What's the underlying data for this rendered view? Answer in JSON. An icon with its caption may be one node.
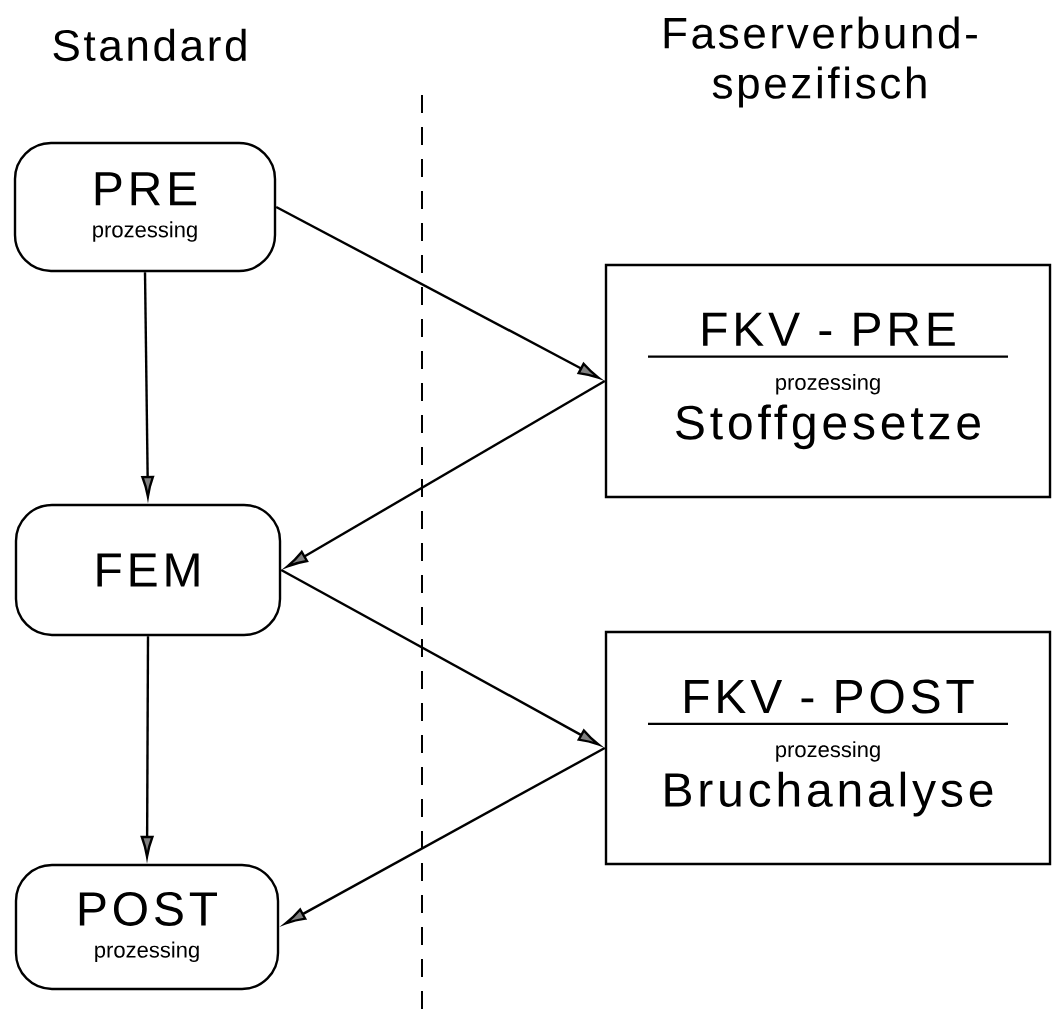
{
  "diagram": {
    "nodes": [
      {
        "text": [
          "PRE",
          "prozessing"
        ]
      },
      {
        "text": [
          "FEM"
        ]
      },
      {
        "text": [
          "POST",
          "prozessing"
        ]
      },
      {
        "text": [
          "FKV - PRE",
          "prozessing",
          "Stoffgesetze"
        ]
      },
      {
        "text": [
          "FKV - POST",
          "prozessing",
          "Bruchanalyse"
        ]
      }
    ],
    "edges": [
      {
        "from": 0,
        "to": 1,
        "arrow": "to"
      },
      {
        "from": 0,
        "to": 3,
        "arrow": "to"
      },
      {
        "from": 3,
        "to": 1,
        "arrow": "to"
      },
      {
        "from": 1,
        "to": 2,
        "arrow": "to"
      },
      {
        "from": 1,
        "to": 4,
        "arrow": "to"
      },
      {
        "from": 4,
        "to": 2,
        "arrow": "to"
      }
    ],
    "labels": [
      "Standard",
      "Faserverbund- spezifisch"
    ]
  }
}
